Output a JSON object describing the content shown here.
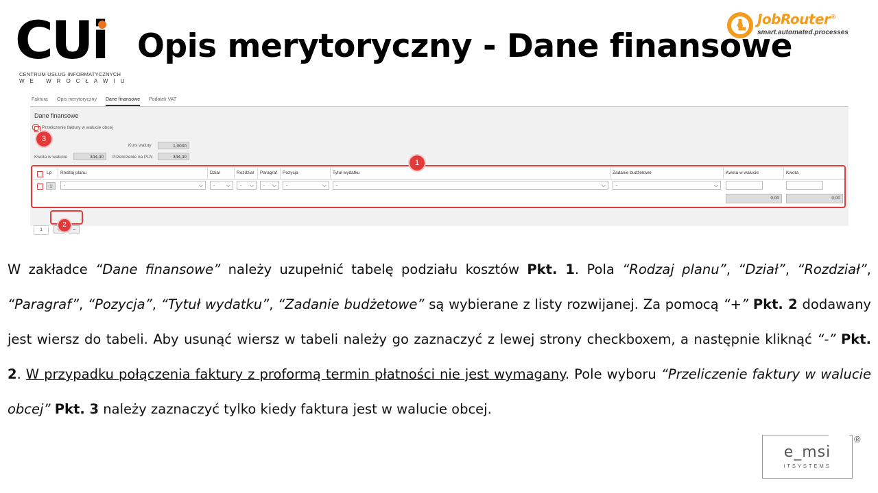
{
  "logo_cui": {
    "letters": "CUi",
    "line1": "CENTRUM USŁUG INFORMATYCZNYCH",
    "line2": "WE WROCŁAWIU"
  },
  "title": "Opis merytoryczny - Dane finansowe",
  "logo_jobrouter": {
    "name": "JobRouter",
    "reg": "®",
    "tagline": "smart.automated.processes",
    "color": "#f29b1d"
  },
  "screen": {
    "tabs": [
      "Faktura",
      "Opis merytoryczny",
      "Dane finansowe",
      "Podatek VAT"
    ],
    "active_tab": "Dane finansowe",
    "section_title": "Dane finansowe",
    "conversion_checkbox_label": "Przeliczenie faktury w walucie obcej",
    "kurs_label": "Kurs waluty",
    "kurs_value": "1,0000",
    "kwota_label": "Kwota w walucie",
    "kwota_value": "344,40",
    "pln_label": "Przeliczenie na PLN",
    "pln_value": "344,40",
    "table": {
      "headers": [
        "Lp",
        "Rodzaj planu",
        "Dział",
        "Rozdział",
        "Paragraf",
        "Pozycja",
        "Tytuł wydatku",
        "Zadanie budżetowe",
        "Kwota w walucie",
        "Kwota"
      ],
      "row_number": "1",
      "select_placeholder": "-",
      "sum_currency": "0,00",
      "sum_amount": "0,00"
    },
    "pager_value": "1",
    "add_label": "+",
    "remove_label": "−",
    "markers": [
      "1",
      "2",
      "3"
    ],
    "accent_color": "#e23a3a"
  },
  "body": {
    "p1": "W zakładce ",
    "i1": "“Dane finansowe”",
    "p2": " należy uzupełnić tabelę podziału kosztów ",
    "b1": "Pkt. 1",
    "p3": ". Pola ",
    "i2": "“Rodzaj planu”",
    "p4": ", ",
    "i3": "“Dział”",
    "p5": ", ",
    "i4": "“Rozdział”",
    "p6": ", ",
    "i5": "“Paragraf”",
    "p7": ", ",
    "i6": "“Pozycja”",
    "p8": ", ",
    "i7": "“Tytuł wydatku”",
    "p9": ", ",
    "i8": "“Zadanie budżetowe”",
    "p10": " są wybierane z listy rozwijanej. Za pomocą ",
    "i9": "“+”",
    "p11": " ",
    "b2": "Pkt. 2",
    "p12": " dodawany jest wiersz do tabeli. Aby usunąć wiersz w tabeli należy go zaznaczyć z lewej strony checkboxem, a następnie kliknąć ",
    "i10": "“-”",
    "p13": " ",
    "b3": "Pkt. 2",
    "p14": ". ",
    "u1": "W przypadku połączenia faktury z proformą termin płatności nie jest wymagany",
    "p15": ". Pole wyboru ",
    "i11": "“Przeliczenie faktury w walucie obcej”",
    "p16": " ",
    "b4": "Pkt. 3",
    "p17": " należy zaznaczyć tylko kiedy faktura jest w walucie obcej."
  },
  "logo_emsi": {
    "name": "e_msi",
    "sub": "ITSYSTEMS",
    "reg": "®"
  }
}
